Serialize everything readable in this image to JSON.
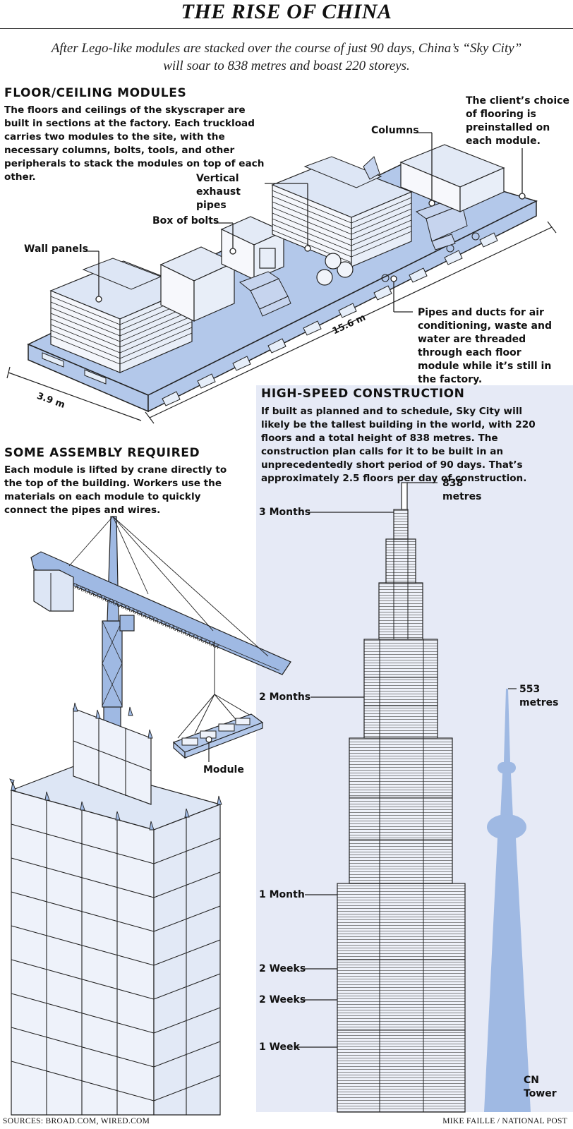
{
  "title": "THE RISE OF CHINA",
  "subtitle": "After Lego-like modules are stacked over the course of just 90 days, China’s “Sky City” will soar to 838 metres and boast 220 storeys.",
  "floor_section": {
    "heading": "FLOOR/CEILING MODULES",
    "body": "The floors and ceilings of the skyscraper are built in sections at the factory. Each truckload carries two modules to the site, with the necessary columns, bolts, tools, and other peripherals to stack the modules on top of each other.",
    "callouts": {
      "flooring": "The client’s choice of flooring is preinstalled on each module.",
      "columns": "Columns",
      "exhaust": "Vertical exhaust pipes",
      "bolts": "Box of bolts",
      "wall_panels": "Wall panels",
      "pipes": "Pipes and ducts for air conditioning, waste and water are threaded through each floor module while it’s still in the factory."
    },
    "dimensions": {
      "length": "15.6 m",
      "width": "3.9 m"
    }
  },
  "assembly_section": {
    "heading": "SOME ASSEMBLY REQUIRED",
    "body": "Each module is lifted by crane directly to the top of the building. Workers use the materials on each module to quickly connect the pipes and wires.",
    "module_label": "Module"
  },
  "construction_section": {
    "heading": "HIGH-SPEED CONSTRUCTION",
    "body": "If built as planned and to schedule, Sky City will likely be the tallest building in the world, with 220 floors and a total height of 838 metres. The construction plan calls for it to be built in an unprecedentedly short period of 90 days. That’s approximately 2.5 floors per day of construction.",
    "timeline": [
      "3 Months",
      "2 Months",
      "1 Month",
      "2 Weeks",
      "2 Weeks",
      "1 Week"
    ],
    "sky_city_height": "838 metres",
    "cn_tower_height": "553 metres",
    "cn_tower_label": "CN Tower"
  },
  "footer": {
    "sources": "SOURCES: BROAD.COM, WIRED.COM",
    "credit": "MIKE FAILLE  / NATIONAL POST"
  },
  "colors": {
    "module_blue": "#b3c8ea",
    "panel_bg": "#e6eaf6",
    "tower_blue": "#9fb9e3"
  }
}
